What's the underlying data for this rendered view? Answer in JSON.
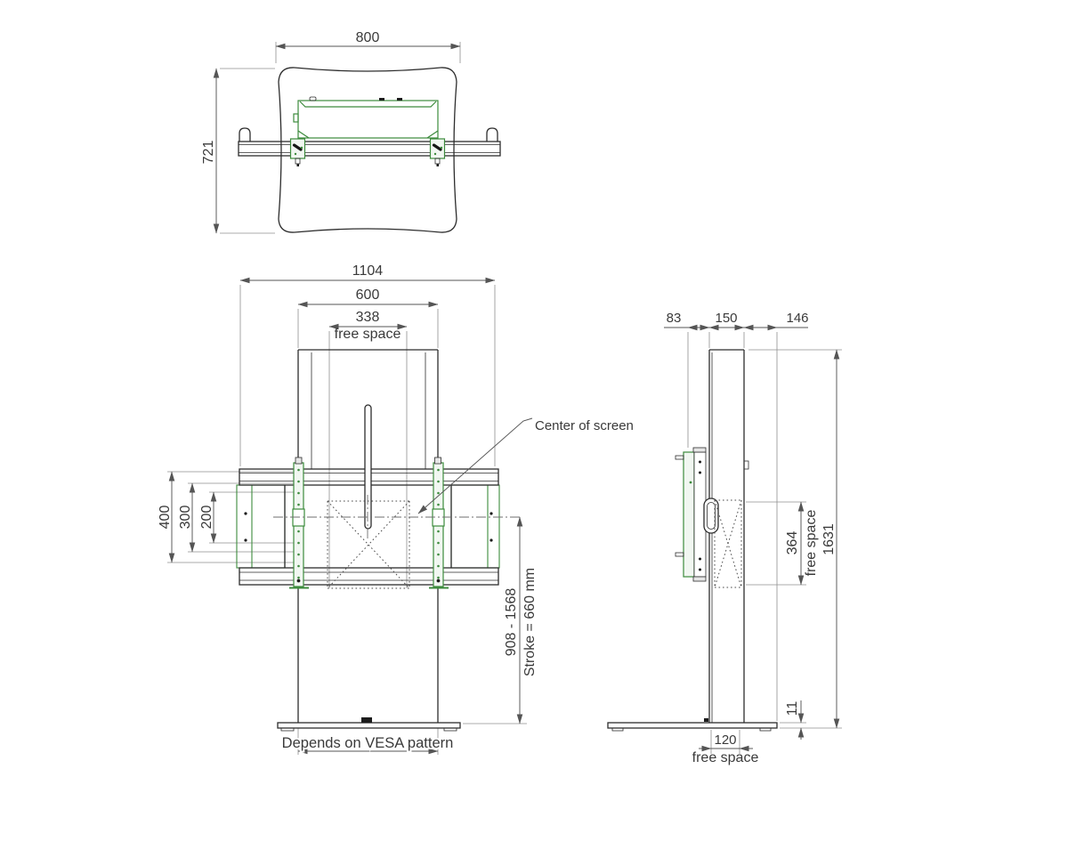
{
  "colors": {
    "green": "#3d8b3d",
    "line": "#2d2d2d",
    "dim": "#555555"
  },
  "top_view": {
    "width": "800",
    "depth": "721"
  },
  "front_view": {
    "overall_width": "1104",
    "column_width": "600",
    "free_space_width": "338",
    "free_space_label": "free space",
    "vesa_400": "400",
    "vesa_300": "300",
    "vesa_200": "200",
    "center_of_screen": "Center of screen",
    "height_range": "908 - 1568",
    "stroke_note": "Stroke = 660 mm",
    "vesa_note": "Depends on VESA pattern"
  },
  "side_view": {
    "front_clearance": "83",
    "column_depth": "150",
    "rear_clearance": "146",
    "free_space_height": "364",
    "free_space_label": "free space",
    "overall_height": "1631",
    "base_thickness": "11",
    "base_clearance": "120",
    "base_clearance_label": "free space"
  }
}
